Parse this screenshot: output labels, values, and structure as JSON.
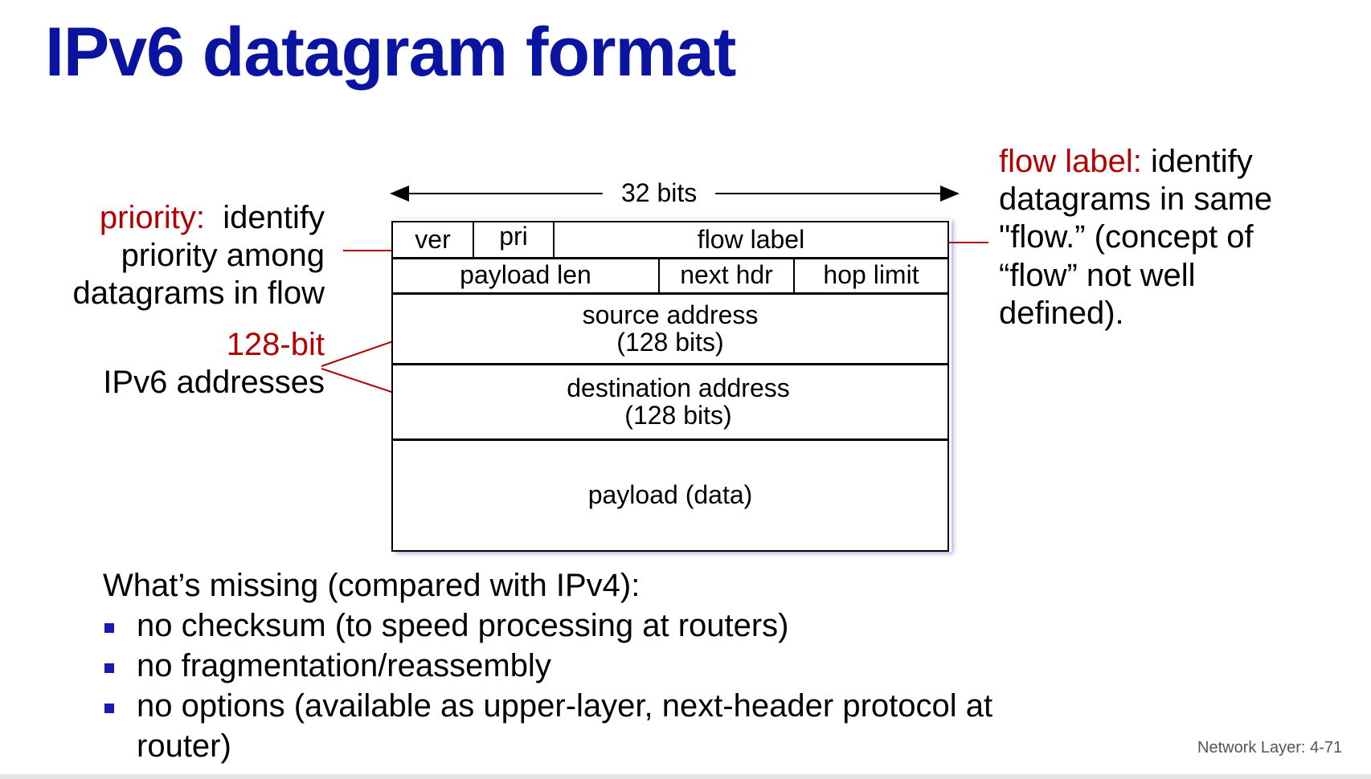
{
  "title": "IPv6 datagram format",
  "bits_label": "32 bits",
  "priority_annotation": {
    "term": "priority:",
    "line1_rest": "identify",
    "line2": "priority among",
    "line3": "datagrams in flow"
  },
  "address_annotation": {
    "term": "128-bit",
    "line2": "IPv6 addresses"
  },
  "flow_annotation": {
    "term": "flow label:",
    "line1_rest": "identify",
    "line2": "datagrams in same",
    "line3": "\"flow.” (concept of",
    "line4": "“flow” not well",
    "line5": "defined)."
  },
  "datagram": {
    "ver": "ver",
    "pri": "pri",
    "flow_label": "flow label",
    "payload_len": "payload len",
    "next_hdr": "next hdr",
    "hop_limit": "hop limit",
    "source_address": "source address",
    "source_bits": "(128 bits)",
    "destination_address": "destination address",
    "destination_bits": "(128 bits)",
    "payload": "payload (data)"
  },
  "missing": {
    "heading": "What’s missing (compared with IPv4):",
    "items": [
      "no checksum (to speed processing at routers)",
      "no fragmentation/reassembly",
      "no options (available as upper-layer, next-header protocol at"
    ],
    "item3_continuation": "router)"
  },
  "footer": "Network Layer: 4-71",
  "colors": {
    "title": "#0a14a0",
    "accent_red": "#b30000",
    "bullet": "#1a1ab0"
  }
}
